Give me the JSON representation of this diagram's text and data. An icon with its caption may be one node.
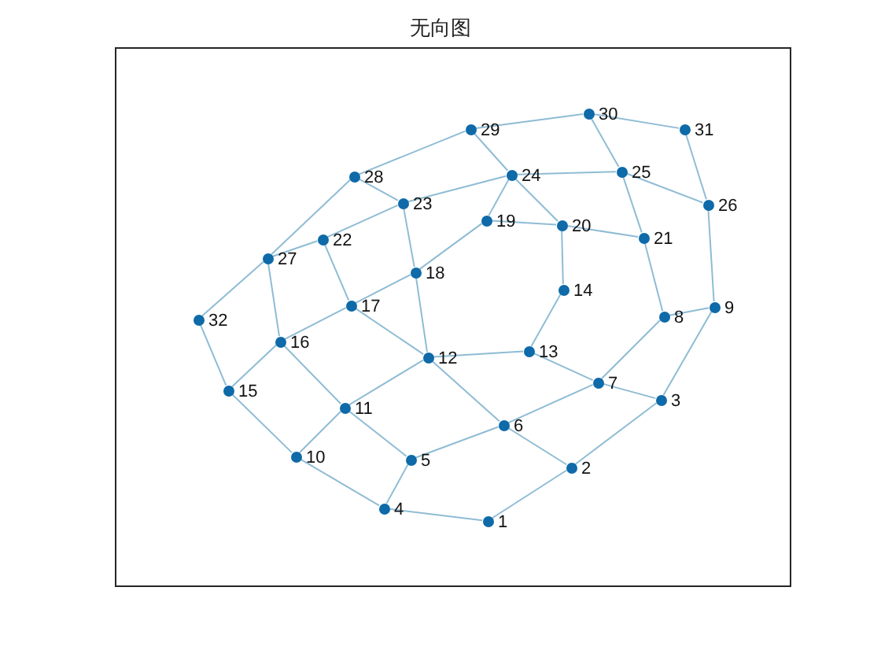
{
  "diagram": {
    "title": "无向图",
    "nodes": [
      {
        "text": [
          "1"
        ]
      },
      {
        "text": [
          "2"
        ]
      },
      {
        "text": [
          "3"
        ]
      },
      {
        "text": [
          "4"
        ]
      },
      {
        "text": [
          "5"
        ]
      },
      {
        "text": [
          "6"
        ]
      },
      {
        "text": [
          "7"
        ]
      },
      {
        "text": [
          "8"
        ]
      },
      {
        "text": [
          "9"
        ]
      },
      {
        "text": [
          "10"
        ]
      },
      {
        "text": [
          "11"
        ]
      },
      {
        "text": [
          "12"
        ]
      },
      {
        "text": [
          "13"
        ]
      },
      {
        "text": [
          "14"
        ]
      },
      {
        "text": [
          "15"
        ]
      },
      {
        "text": [
          "16"
        ]
      },
      {
        "text": [
          "17"
        ]
      },
      {
        "text": [
          "18"
        ]
      },
      {
        "text": [
          "19"
        ]
      },
      {
        "text": [
          "20"
        ]
      },
      {
        "text": [
          "21"
        ]
      },
      {
        "text": [
          "22"
        ]
      },
      {
        "text": [
          "23"
        ]
      },
      {
        "text": [
          "24"
        ]
      },
      {
        "text": [
          "25"
        ]
      },
      {
        "text": [
          "26"
        ]
      },
      {
        "text": [
          "27"
        ]
      },
      {
        "text": [
          "28"
        ]
      },
      {
        "text": [
          "29"
        ]
      },
      {
        "text": [
          "30"
        ]
      },
      {
        "text": [
          "31"
        ]
      },
      {
        "text": [
          "32"
        ]
      }
    ],
    "edges": [
      {
        "from": 0,
        "to": 1,
        "arrow": "none"
      },
      {
        "from": 0,
        "to": 3,
        "arrow": "none"
      },
      {
        "from": 1,
        "to": 2,
        "arrow": "none"
      },
      {
        "from": 1,
        "to": 5,
        "arrow": "none"
      },
      {
        "from": 2,
        "to": 6,
        "arrow": "none"
      },
      {
        "from": 2,
        "to": 8,
        "arrow": "none"
      },
      {
        "from": 3,
        "to": 4,
        "arrow": "none"
      },
      {
        "from": 3,
        "to": 9,
        "arrow": "none"
      },
      {
        "from": 4,
        "to": 5,
        "arrow": "none"
      },
      {
        "from": 4,
        "to": 10,
        "arrow": "none"
      },
      {
        "from": 5,
        "to": 6,
        "arrow": "none"
      },
      {
        "from": 5,
        "to": 11,
        "arrow": "none"
      },
      {
        "from": 6,
        "to": 7,
        "arrow": "none"
      },
      {
        "from": 6,
        "to": 12,
        "arrow": "none"
      },
      {
        "from": 7,
        "to": 8,
        "arrow": "none"
      },
      {
        "from": 7,
        "to": 20,
        "arrow": "none"
      },
      {
        "from": 8,
        "to": 25,
        "arrow": "none"
      },
      {
        "from": 9,
        "to": 10,
        "arrow": "none"
      },
      {
        "from": 9,
        "to": 14,
        "arrow": "none"
      },
      {
        "from": 10,
        "to": 11,
        "arrow": "none"
      },
      {
        "from": 10,
        "to": 15,
        "arrow": "none"
      },
      {
        "from": 11,
        "to": 12,
        "arrow": "none"
      },
      {
        "from": 11,
        "to": 16,
        "arrow": "none"
      },
      {
        "from": 11,
        "to": 17,
        "arrow": "none"
      },
      {
        "from": 12,
        "to": 13,
        "arrow": "none"
      },
      {
        "from": 13,
        "to": 19,
        "arrow": "none"
      },
      {
        "from": 14,
        "to": 15,
        "arrow": "none"
      },
      {
        "from": 14,
        "to": 31,
        "arrow": "none"
      },
      {
        "from": 15,
        "to": 16,
        "arrow": "none"
      },
      {
        "from": 15,
        "to": 26,
        "arrow": "none"
      },
      {
        "from": 16,
        "to": 17,
        "arrow": "none"
      },
      {
        "from": 16,
        "to": 21,
        "arrow": "none"
      },
      {
        "from": 17,
        "to": 18,
        "arrow": "none"
      },
      {
        "from": 17,
        "to": 22,
        "arrow": "none"
      },
      {
        "from": 18,
        "to": 19,
        "arrow": "none"
      },
      {
        "from": 18,
        "to": 23,
        "arrow": "none"
      },
      {
        "from": 19,
        "to": 20,
        "arrow": "none"
      },
      {
        "from": 19,
        "to": 23,
        "arrow": "none"
      },
      {
        "from": 20,
        "to": 24,
        "arrow": "none"
      },
      {
        "from": 21,
        "to": 22,
        "arrow": "none"
      },
      {
        "from": 21,
        "to": 26,
        "arrow": "none"
      },
      {
        "from": 22,
        "to": 23,
        "arrow": "none"
      },
      {
        "from": 22,
        "to": 27,
        "arrow": "none"
      },
      {
        "from": 23,
        "to": 24,
        "arrow": "none"
      },
      {
        "from": 23,
        "to": 28,
        "arrow": "none"
      },
      {
        "from": 24,
        "to": 25,
        "arrow": "none"
      },
      {
        "from": 24,
        "to": 29,
        "arrow": "none"
      },
      {
        "from": 25,
        "to": 30,
        "arrow": "none"
      },
      {
        "from": 26,
        "to": 27,
        "arrow": "none"
      },
      {
        "from": 26,
        "to": 31,
        "arrow": "none"
      },
      {
        "from": 27,
        "to": 28,
        "arrow": "none"
      },
      {
        "from": 28,
        "to": 29,
        "arrow": "none"
      },
      {
        "from": 29,
        "to": 30,
        "arrow": "none"
      }
    ]
  }
}
